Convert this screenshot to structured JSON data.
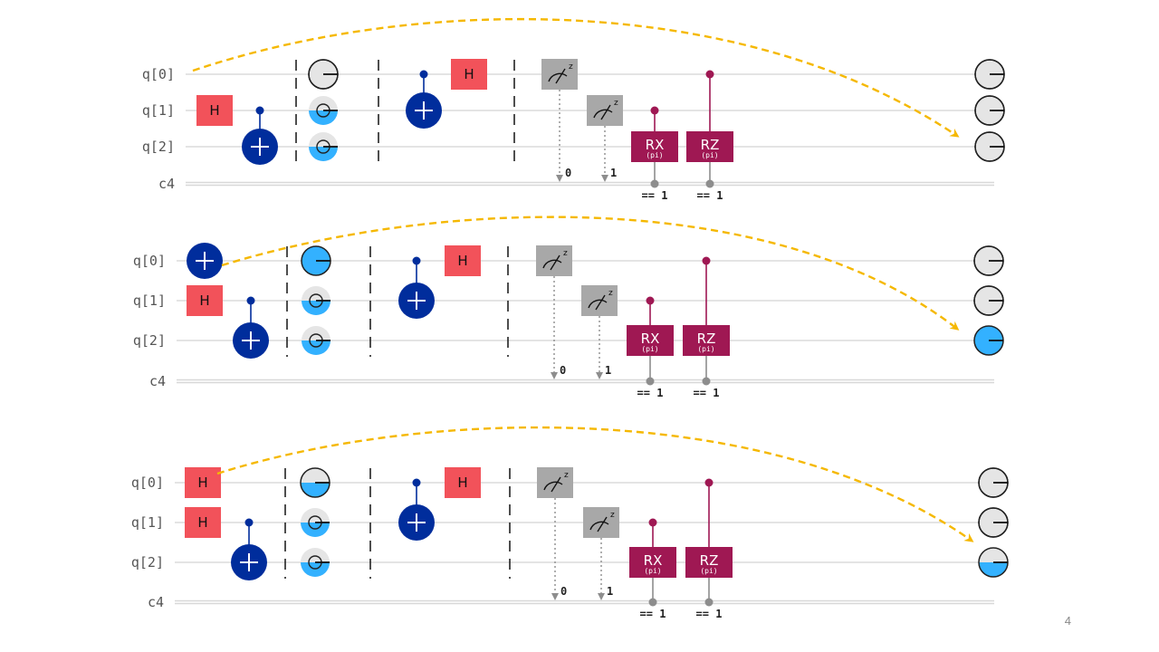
{
  "page_number": "4",
  "colors": {
    "h_gate": "#f2525a",
    "cx_dot": "#002d9c",
    "rotation_gate": "#9f1853",
    "measure_gate": "#a8a8a8",
    "state_fill": "#33b1ff",
    "state_empty": "#e5e5e5",
    "arrow": "#f5b800"
  },
  "diagrams": [
    {
      "qubits": [
        "q[0]",
        "q[1]",
        "q[2]"
      ],
      "classical": "c4",
      "initial_x_on_q0": false,
      "initial_h": [
        "q[1]"
      ],
      "mid_states": [
        0,
        0.5,
        0.5
      ],
      "mid_states_phase_center": [
        false,
        true,
        true
      ],
      "measure_bits": [
        "0",
        "1"
      ],
      "conditions": [
        "== 1",
        "== 1"
      ],
      "rx_label": "RX",
      "rz_label": "RZ",
      "param": "(pi)",
      "h_label": "H",
      "final_states": [
        0,
        0,
        0
      ]
    },
    {
      "qubits": [
        "q[0]",
        "q[1]",
        "q[2]"
      ],
      "classical": "c4",
      "initial_x_on_q0": true,
      "initial_h": [
        "q[1]"
      ],
      "mid_states": [
        1,
        0.5,
        0.5
      ],
      "mid_states_phase_center": [
        false,
        true,
        true
      ],
      "measure_bits": [
        "0",
        "1"
      ],
      "conditions": [
        "== 1",
        "== 1"
      ],
      "rx_label": "RX",
      "rz_label": "RZ",
      "param": "(pi)",
      "h_label": "H",
      "final_states": [
        0,
        0,
        1
      ]
    },
    {
      "qubits": [
        "q[0]",
        "q[1]",
        "q[2]"
      ],
      "classical": "c4",
      "initial_x_on_q0": false,
      "initial_h": [
        "q[0]",
        "q[1]"
      ],
      "mid_states": [
        0.5,
        0.5,
        0.5
      ],
      "mid_states_phase_center": [
        false,
        true,
        true
      ],
      "measure_bits": [
        "0",
        "1"
      ],
      "conditions": [
        "== 1",
        "== 1"
      ],
      "rx_label": "RX",
      "rz_label": "RZ",
      "param": "(pi)",
      "h_label": "H",
      "final_states": [
        0,
        0,
        0.5
      ]
    }
  ]
}
